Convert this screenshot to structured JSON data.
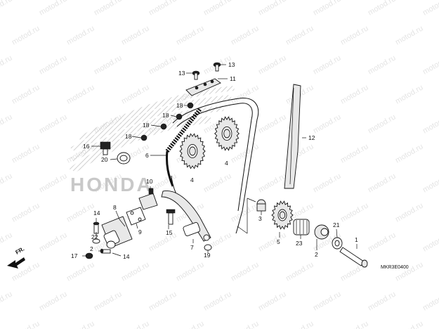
{
  "diagram": {
    "code": "MKR3E0400",
    "front_label": "FR.",
    "watermark_text": "motod.ru",
    "logo_text": "HONDA",
    "callouts": {
      "c1": "1",
      "c2": "2",
      "c3": "3",
      "c4a": "4",
      "c4b": "4",
      "c5": "5",
      "c6": "6",
      "c7": "7",
      "c8": "8",
      "c9": "9",
      "c10": "10",
      "c11": "11",
      "c12": "12",
      "c13a": "13",
      "c13b": "13",
      "c14a": "14",
      "c14b": "14",
      "c15": "15",
      "c16": "16",
      "c17": "17",
      "c18a": "18",
      "c18b": "18",
      "c18c": "18",
      "c18d": "18",
      "c19": "19",
      "c20": "20",
      "c21": "21",
      "c22": "22",
      "c23": "23"
    }
  }
}
